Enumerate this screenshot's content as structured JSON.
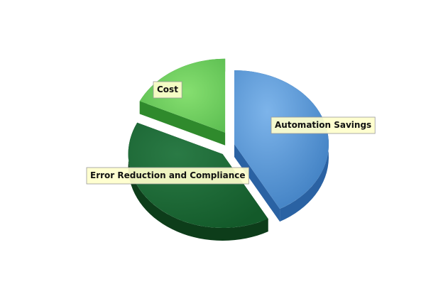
{
  "chart_data": {
    "type": "pie",
    "style": "3d-exploded",
    "title": "",
    "slices": [
      {
        "label": "Automation Savings",
        "value": 42,
        "color": "#4f8fd0",
        "exploded": false
      },
      {
        "label": "Error Reduction and Compliance",
        "value": 40,
        "color": "#1e6b38",
        "exploded": true
      },
      {
        "label": "Cost",
        "value": 18,
        "color": "#5fc456",
        "exploded": true
      }
    ],
    "legend": false,
    "labels_placement": "callout-boxes"
  }
}
